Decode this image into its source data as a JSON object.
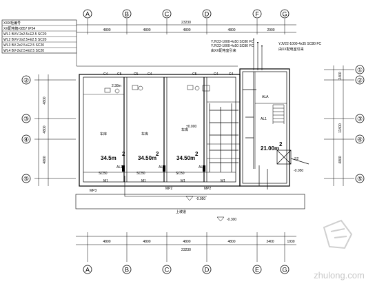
{
  "grid_top": [
    "A",
    "B",
    "C",
    "D",
    "F",
    "G"
  ],
  "grid_bottom": [
    "A",
    "B",
    "C",
    "D",
    "E",
    "G"
  ],
  "grid_left": [
    "②",
    "③",
    "④",
    "⑤"
  ],
  "grid_right": [
    "①",
    "②",
    "③",
    "④",
    "⑤"
  ],
  "top_dims": {
    "total": "23230",
    "spans": [
      "4800",
      "4800",
      "4800",
      "4800",
      "2900"
    ]
  },
  "bottom_dims": {
    "total": "23230",
    "spans": [
      "4800",
      "4800",
      "4800",
      "4800",
      "2400",
      "1930"
    ]
  },
  "left_dims": [
    "4800",
    "4800",
    "4800"
  ],
  "right_dims": [
    "2400",
    "11400",
    "4800"
  ],
  "legend_lines": [
    "XXX柜编号",
    "XX配电箱-0857 IP54",
    "WL1 BVV-2x2.5+E2.5 SC20",
    "WL2 BVV-2x2.5+E2.5 SC20",
    "WL3 BV-2x2.5+E2.5 SC20",
    "WL4 BV-2x2.5+E2.5 SC20"
  ],
  "feeders": [
    "YJV22-1000-4x50 SC80 FC",
    "YJV22-1000-4x50 SC80 FC",
    "YJV22-1000-4x35 SC80 FC"
  ],
  "feeder_notes": [
    "由XX配电室引来",
    "由XX配电室引来"
  ],
  "columns": [
    "C4",
    "C5",
    "C5",
    "C4",
    "C5",
    "C4",
    "C4"
  ],
  "rooms": [
    {
      "name": "车库",
      "area": "34.5m",
      "sup": "2"
    },
    {
      "name": "车库",
      "area": "34.50m",
      "sup": "2"
    },
    {
      "name": "车库",
      "area": "34.50m",
      "sup": "2"
    },
    {
      "name": "",
      "area": "21.00m",
      "sup": "2"
    }
  ],
  "elev_room": "±0.000",
  "elev_small": "2.38m",
  "panels": [
    "AL1",
    "AL1",
    "AL1",
    "AL1"
  ],
  "door_conduits": [
    "SC50",
    "SC50",
    "SC50"
  ],
  "door_labels": [
    "M1",
    "M1",
    "M1",
    "M1"
  ],
  "mp_labels": [
    "MP3",
    "MP2",
    "MP2"
  ],
  "ala_label": "ALA",
  "ramp_label": "上坡道",
  "elevations": [
    "-0.050",
    "-0.300",
    "-0.050"
  ],
  "stair_label": "S2",
  "watermark": "zhulong.com"
}
